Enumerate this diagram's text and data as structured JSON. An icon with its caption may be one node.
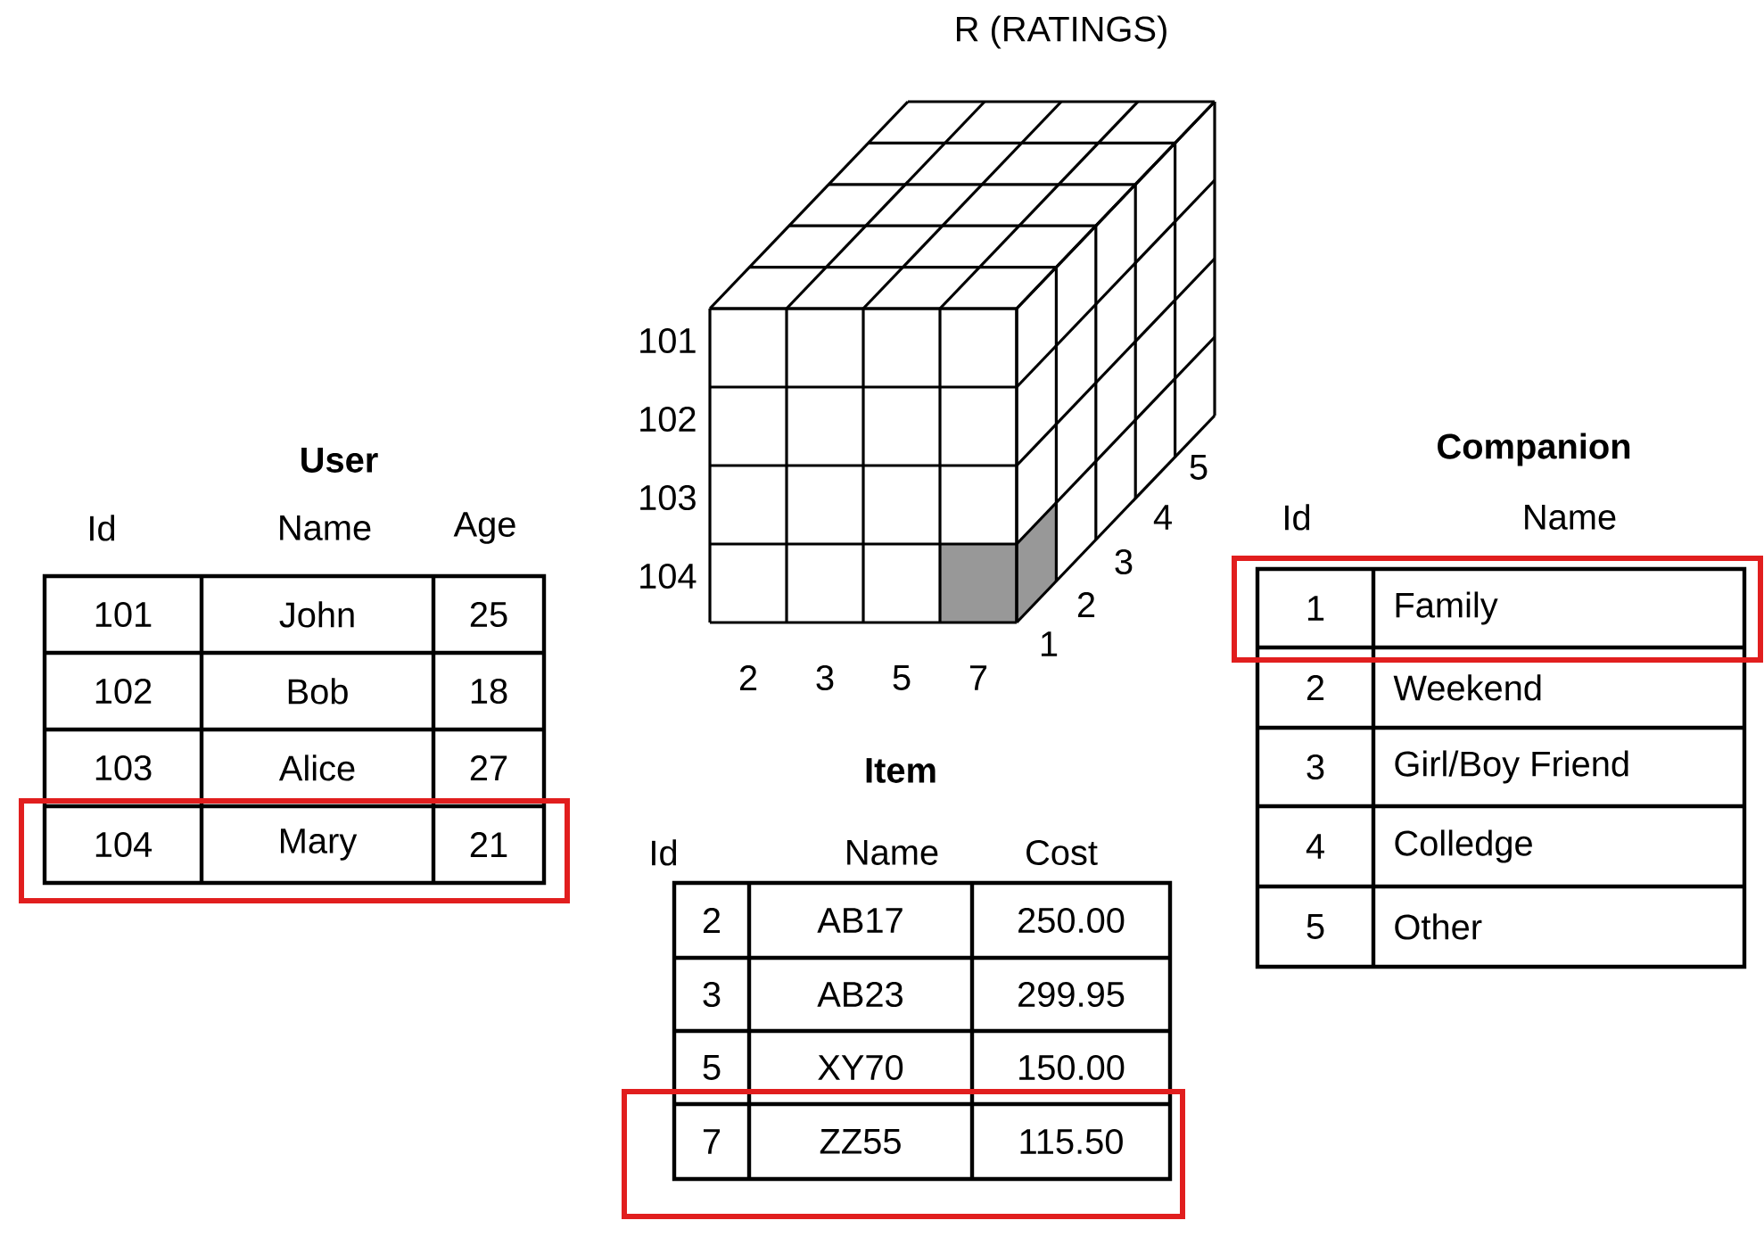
{
  "diagram": {
    "labels": [
      "R (RATINGS)",
      "101",
      "102",
      "103",
      "104",
      "2",
      "3",
      "5",
      "7",
      "5",
      "4",
      "3",
      "2",
      "1",
      "User",
      "Id",
      "Name",
      "Age",
      "101",
      "John",
      "25",
      "102",
      "Bob",
      "18",
      "103",
      "Alice",
      "27",
      "104",
      "Mary",
      "21",
      "Item",
      "Id",
      "Name",
      "Cost",
      "2",
      "AB17",
      "250.00",
      "3",
      "AB23",
      "299.95",
      "5",
      "XY70",
      "150.00",
      "7",
      "ZZ55",
      "115.50",
      "Companion",
      "Id",
      "Name",
      "1",
      "Family",
      "2",
      "Weekend",
      "3",
      "Girl/Boy Friend",
      "4",
      "Colledge",
      "5",
      "Other"
    ]
  }
}
